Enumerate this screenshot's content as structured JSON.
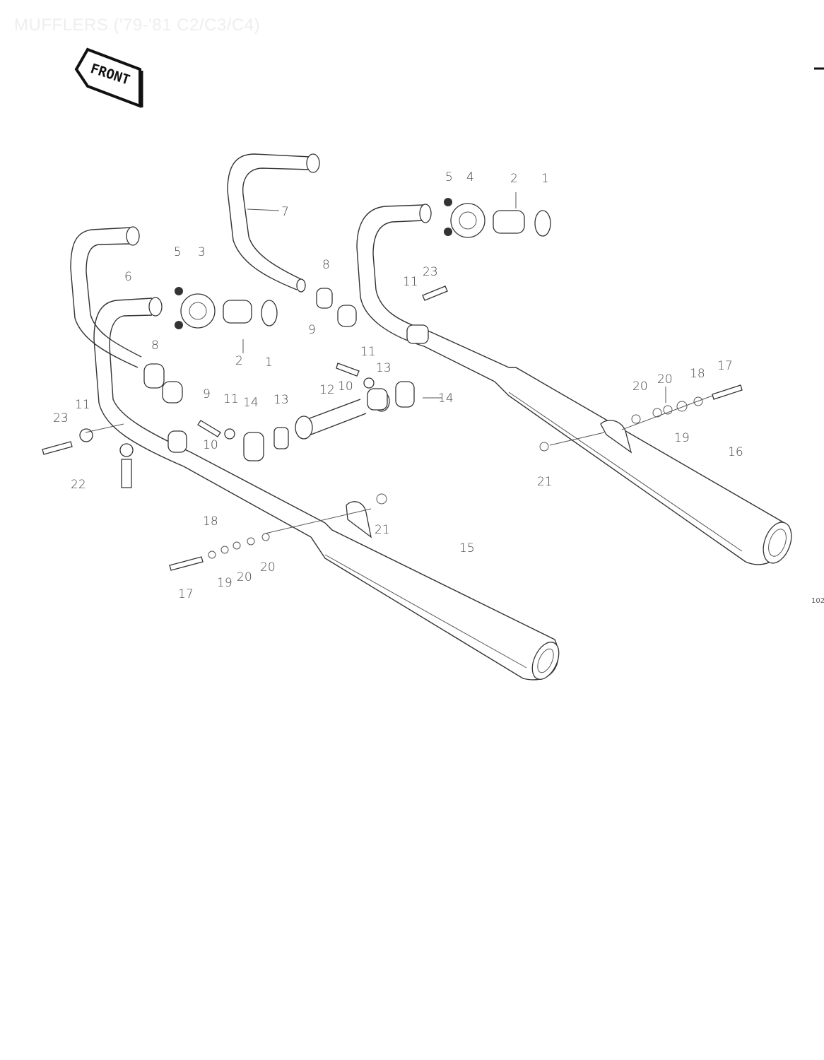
{
  "header": {
    "title": "MUFFLERS ('79-'81 C2/C3/C4)",
    "front_label": "FRONT",
    "page_code": "102"
  },
  "colors": {
    "line": "#333333",
    "title_ghost": "#eeeeee"
  },
  "callouts": [
    "1",
    "2",
    "3",
    "4",
    "5",
    "6",
    "7",
    "8",
    "9",
    "10",
    "11",
    "12",
    "13",
    "14",
    "15",
    "16",
    "17",
    "18",
    "19",
    "20",
    "21",
    "22",
    "23"
  ]
}
